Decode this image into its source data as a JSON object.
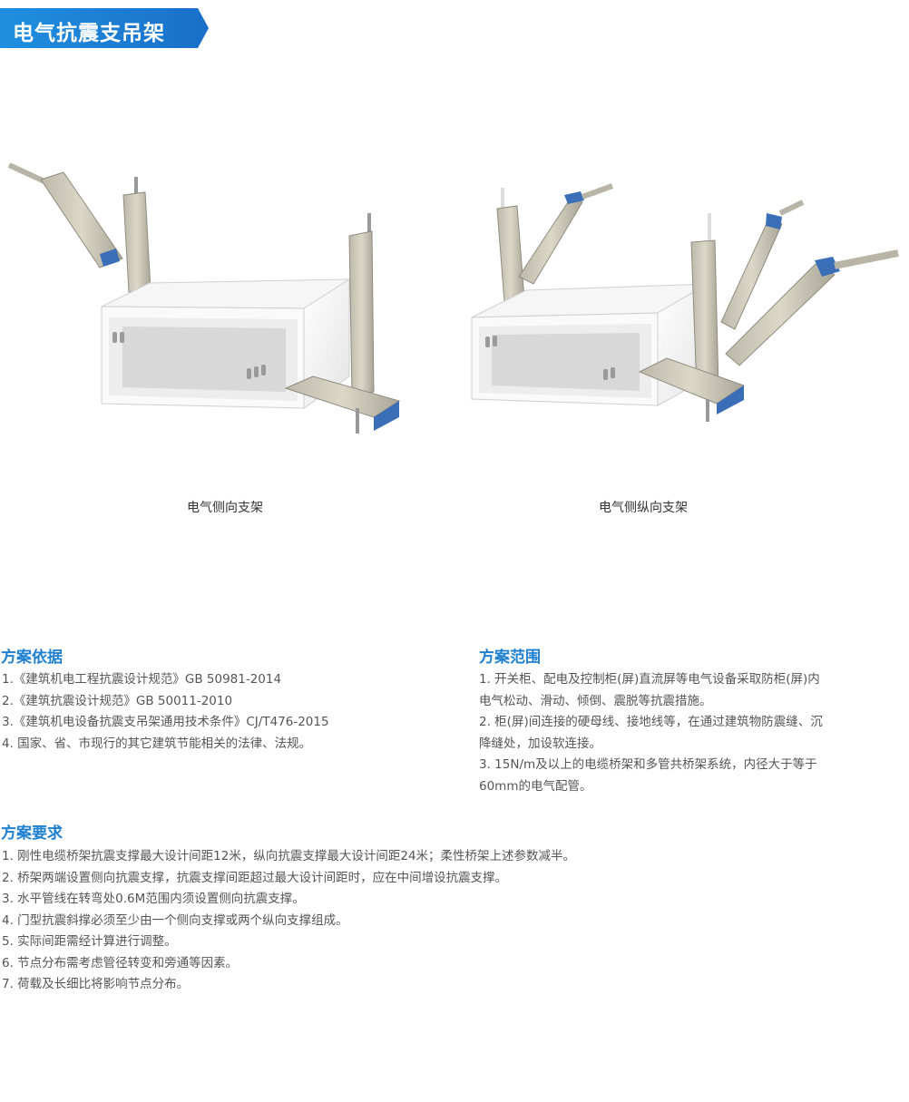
{
  "page": {
    "title": "电气抗震支吊架",
    "accent": "#1f7fd1"
  },
  "figures": [
    {
      "caption": "电气侧向支架"
    },
    {
      "caption": "电气侧纵向支架"
    }
  ],
  "basis": {
    "title": "方案依据",
    "items": [
      "1.《建筑机电工程抗震设计规范》GB 50981-2014",
      "2.《建筑抗震设计规范》GB 50011-2010",
      "3.《建筑机电设备抗震支吊架通用技术条件》CJ/T476-2015",
      "4. 国家、省、市现行的其它建筑节能相关的法律、法规。"
    ]
  },
  "scope": {
    "title": "方案范围",
    "lines": [
      "1.  开关柜、配电及控制柜(屏)直流屏等电气设备采取防柜(屏)内",
      "电气松动、滑动、倾倒、震脱等抗震措施。",
      "2. 柜(屏)间连接的硬母线、接地线等，在通过建筑物防震缝、沉",
      "降缝处，加设软连接。",
      "3.   15N/m及以上的电缆桥架和多管共桥架系统，内径大于等于",
      "60mm的电气配管。"
    ]
  },
  "requirements": {
    "title": "方案要求",
    "items": [
      "1. 刚性电缆桥架抗震支撑最大设计间距12米，纵向抗震支撑最大设计间距24米；柔性桥架上述参数减半。",
      "2. 桥架两端设置侧向抗震支撑，抗震支撑间距超过最大设计间距时，应在中间增设抗震支撑。",
      "3. 水平管线在转弯处0.6M范围内须设置侧向抗震支撑。",
      "4. 门型抗震斜撑必须至少由一个侧向支撑或两个纵向支撑组成。",
      "5. 实际间距需经计算进行调整。",
      "6. 节点分布需考虑管径转变和旁通等因素。",
      "7. 荷载及长细比将影响节点分布。"
    ]
  }
}
